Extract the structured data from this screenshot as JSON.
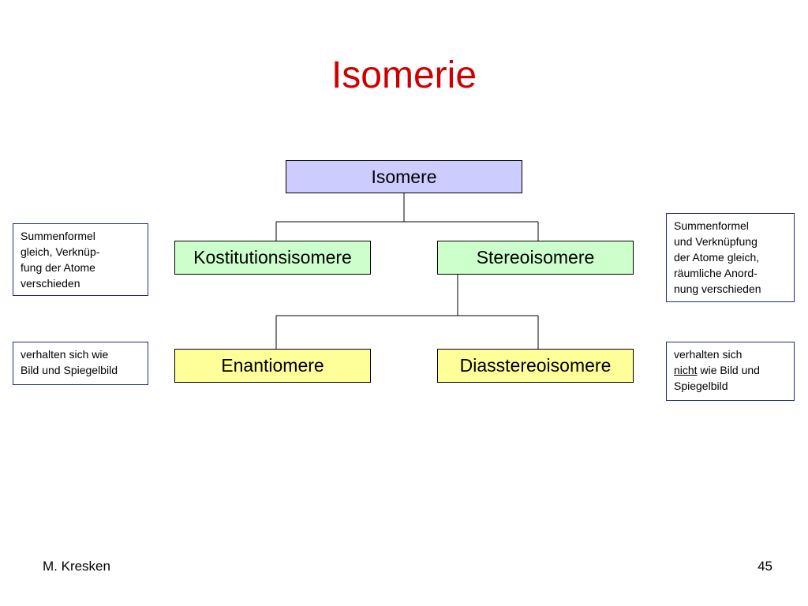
{
  "title": "Isomerie",
  "nodes": {
    "isomere": "Isomere",
    "konstitution": "Kostitutionsisomere",
    "stereo": "Stereoisomere",
    "enantiomere": "Enantiomere",
    "diastereo": "Diasstereoisomere"
  },
  "notes": {
    "konstitution": [
      "Summenformel",
      "gleich, Verknüp-",
      "fung der Atome",
      "verschieden"
    ],
    "stereo": [
      "Summenformel",
      "und Verknüpfung",
      "der Atome gleich,",
      "räumliche Anord-",
      "nung verschieden"
    ],
    "enantiomere": [
      "verhalten sich wie",
      "Bild und Spiegelbild"
    ],
    "diastereo": {
      "line1": "verhalten sich",
      "line2_underlined": "nicht",
      "line2_rest": " wie Bild und",
      "line3": "Spiegelbild"
    }
  },
  "footer": {
    "author": "M. Kresken",
    "page": "45"
  },
  "colors": {
    "title": "#cc0000",
    "root_fill": "#ccccff",
    "level1_fill": "#ccffcc",
    "level2_fill": "#ffff99",
    "note_border": "#1f2a8c"
  }
}
